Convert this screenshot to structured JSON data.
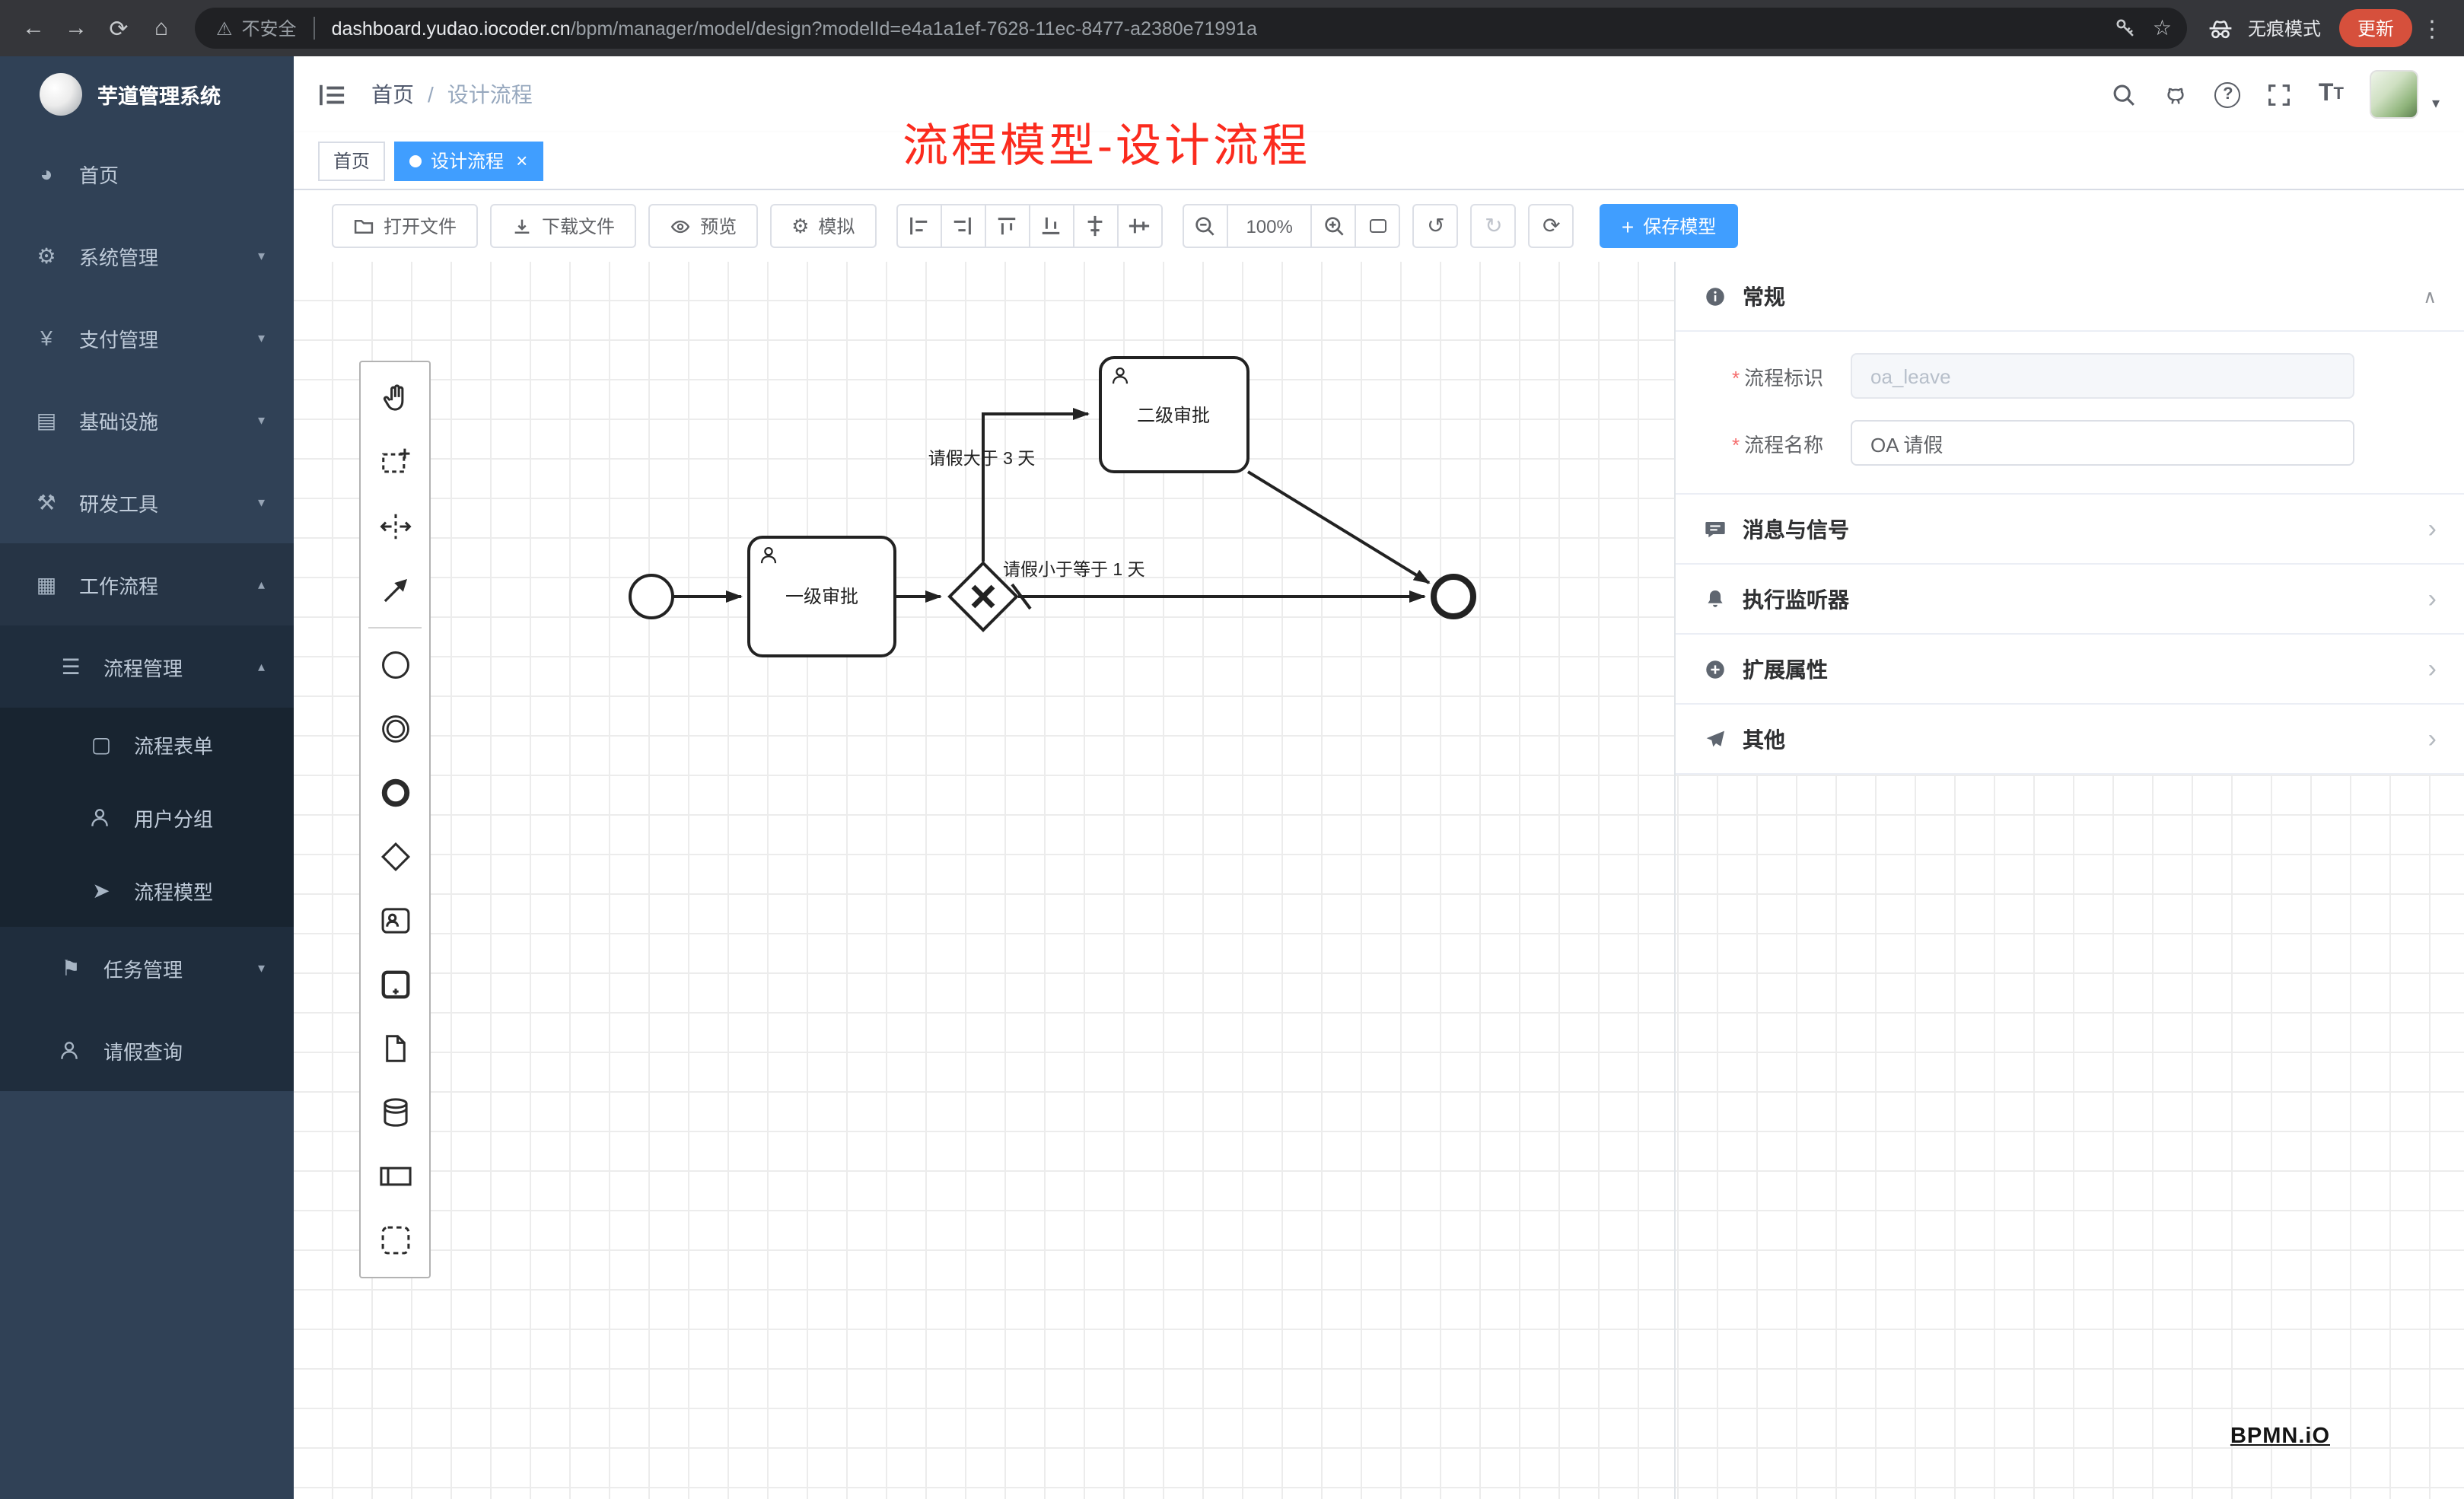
{
  "browser": {
    "security_label": "不安全",
    "url_domain": "dashboard.yudao.iocoder.cn",
    "url_path": "/bpm/manager/model/design?modelId=e4a1a1ef-7628-11ec-8477-a2380e71991a",
    "incognito_label": "无痕模式",
    "update_label": "更新"
  },
  "sidebar": {
    "logo_title": "芋道管理系统",
    "items": [
      {
        "label": "首页"
      },
      {
        "label": "系统管理"
      },
      {
        "label": "支付管理"
      },
      {
        "label": "基础设施"
      },
      {
        "label": "研发工具"
      },
      {
        "label": "工作流程"
      },
      {
        "label": "流程管理"
      },
      {
        "label": "流程表单"
      },
      {
        "label": "用户分组"
      },
      {
        "label": "流程模型"
      },
      {
        "label": "任务管理"
      },
      {
        "label": "请假查询"
      }
    ]
  },
  "header": {
    "breadcrumb_home": "首页",
    "breadcrumb_separator": "/",
    "breadcrumb_current": "设计流程",
    "annotation": "流程模型-设计流程"
  },
  "tabs": [
    {
      "label": "首页"
    },
    {
      "label": "设计流程"
    }
  ],
  "toolbar": {
    "open_file": "打开文件",
    "download_file": "下载文件",
    "preview": "预览",
    "simulate": "模拟",
    "zoom_level": "100%",
    "save_model": "保存模型"
  },
  "diagram": {
    "task_level1": "一级审批",
    "task_level2": "二级审批",
    "condition_gt3": "请假大于 3 天",
    "condition_le1": "请假小于等于 1 天"
  },
  "panel": {
    "general_title": "常规",
    "fields": [
      {
        "label": "流程标识",
        "value": "oa_leave"
      },
      {
        "label": "流程名称",
        "value": "OA 请假"
      }
    ],
    "sections": [
      {
        "title": "消息与信号"
      },
      {
        "title": "执行监听器"
      },
      {
        "title": "扩展属性"
      },
      {
        "title": "其他"
      }
    ]
  },
  "colors": {
    "accent": "#409eff",
    "sidebar_bg": "#304156",
    "annotation_red": "#fb2b1e"
  },
  "watermark": "BPMN.iO"
}
